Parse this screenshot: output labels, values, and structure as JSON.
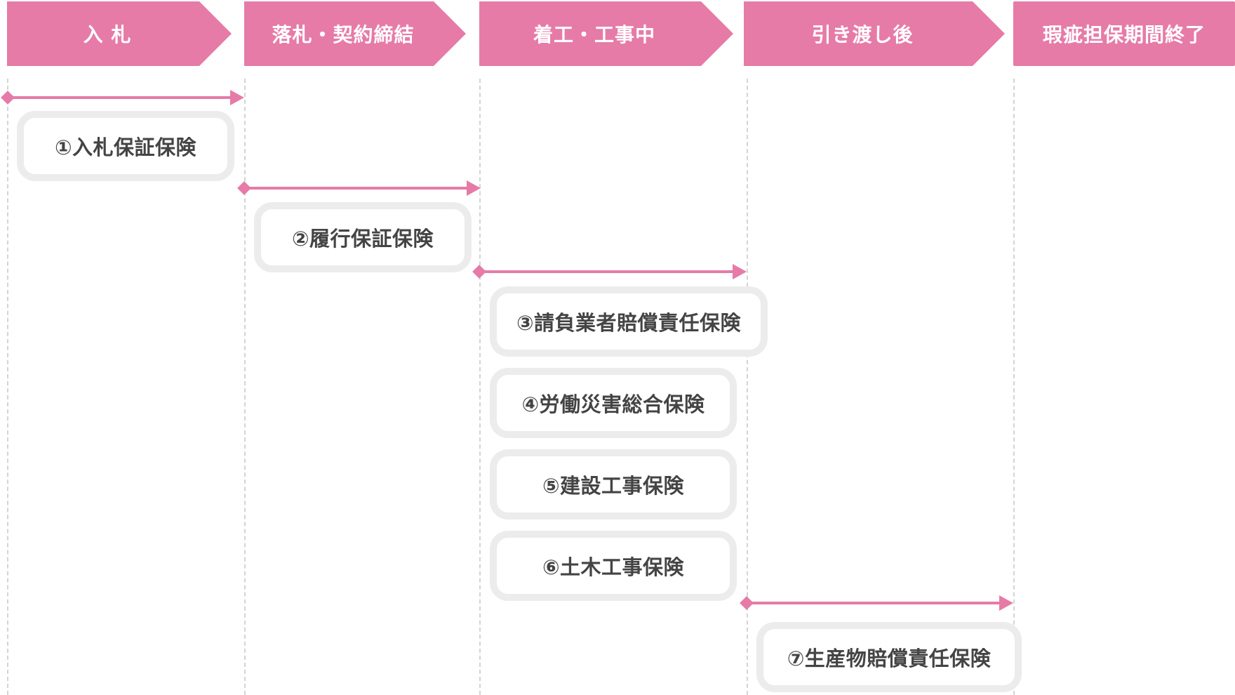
{
  "stages": [
    {
      "label": "入 札"
    },
    {
      "label": "落札・契約締結"
    },
    {
      "label": "着工・工事中"
    },
    {
      "label": "引き渡し後"
    },
    {
      "label": "瑕疵担保期間終了"
    }
  ],
  "insurances": [
    {
      "label": "①入札保証保険"
    },
    {
      "label": "②履行保証保険"
    },
    {
      "label": "③請負業者賠償責任保険"
    },
    {
      "label": "④労働災害総合保険"
    },
    {
      "label": "⑤建設工事保険"
    },
    {
      "label": "⑥土木工事保険"
    },
    {
      "label": "⑦生産物賠償責任保険"
    }
  ],
  "colors": {
    "accent": "#e67ba8",
    "card_border": "#ececec",
    "divider": "#d4d4d4",
    "text": "#444444"
  }
}
